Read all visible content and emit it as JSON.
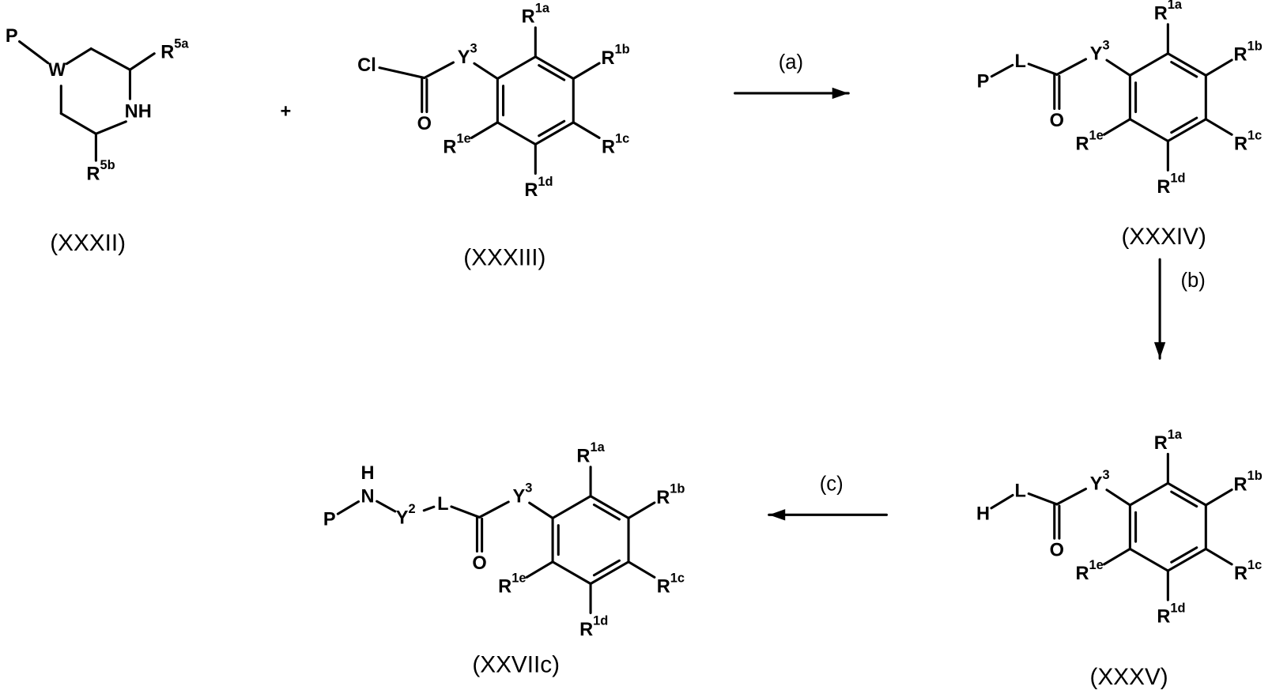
{
  "reaction": {
    "plus": "+",
    "steps": [
      {
        "label": "(a)"
      },
      {
        "label": "(b)"
      },
      {
        "label": "(c)"
      }
    ],
    "XXXII": {
      "name": "(XXXII)",
      "P": "P",
      "W": "W",
      "NH": "NH",
      "R5a": {
        "base": "R",
        "sup": "5a"
      },
      "R5b": {
        "base": "R",
        "sup": "5b"
      }
    },
    "XXXIII": {
      "name": "(XXXIII)",
      "X": "Cl",
      "O": "O",
      "Y3": {
        "base": "Y",
        "sup": "3"
      },
      "R1a": {
        "base": "R",
        "sup": "1a"
      },
      "R1b": {
        "base": "R",
        "sup": "1b"
      },
      "R1c": {
        "base": "R",
        "sup": "1c"
      },
      "R1d": {
        "base": "R",
        "sup": "1d"
      },
      "R1e": {
        "base": "R",
        "sup": "1e"
      }
    },
    "XXXIV": {
      "name": "(XXXIV)",
      "P": "P",
      "X": "L",
      "O": "O",
      "Y3": {
        "base": "Y",
        "sup": "3"
      },
      "R1a": {
        "base": "R",
        "sup": "1a"
      },
      "R1b": {
        "base": "R",
        "sup": "1b"
      },
      "R1c": {
        "base": "R",
        "sup": "1c"
      },
      "R1d": {
        "base": "R",
        "sup": "1d"
      },
      "R1e": {
        "base": "R",
        "sup": "1e"
      }
    },
    "XXXV": {
      "name": "(XXXV)",
      "H": "H",
      "X": "L",
      "O": "O",
      "Y3": {
        "base": "Y",
        "sup": "3"
      },
      "R1a": {
        "base": "R",
        "sup": "1a"
      },
      "R1b": {
        "base": "R",
        "sup": "1b"
      },
      "R1c": {
        "base": "R",
        "sup": "1c"
      },
      "R1d": {
        "base": "R",
        "sup": "1d"
      },
      "R1e": {
        "base": "R",
        "sup": "1e"
      }
    },
    "XXVIIc": {
      "name": "(XXVIIc)",
      "P": "P",
      "N": "N",
      "H": "H",
      "X": "L",
      "O": "O",
      "Y2": {
        "base": "Y",
        "sup": "2"
      },
      "Y3": {
        "base": "Y",
        "sup": "3"
      },
      "R1a": {
        "base": "R",
        "sup": "1a"
      },
      "R1b": {
        "base": "R",
        "sup": "1b"
      },
      "R1c": {
        "base": "R",
        "sup": "1c"
      },
      "R1d": {
        "base": "R",
        "sup": "1d"
      },
      "R1e": {
        "base": "R",
        "sup": "1e"
      }
    }
  }
}
